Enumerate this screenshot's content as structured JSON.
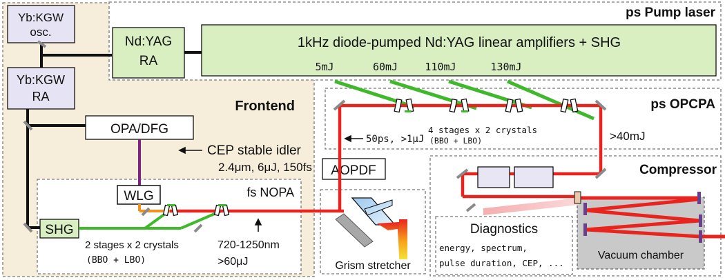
{
  "sections": {
    "pump_laser": "ps Pump laser",
    "frontend": "Frontend",
    "ps_opcpa": "ps OPCPA",
    "compressor": "Compressor",
    "fs_nopa": "fs NOPA"
  },
  "boxes": {
    "osc_line1": "Yb:KGW",
    "osc_line2": "osc.",
    "ra_line1": "Yb:KGW",
    "ra_line2": "RA",
    "ndyag_line1": "Nd:YAG",
    "ndyag_line2": "RA",
    "amplifiers": "1kHz diode-pumped Nd:YAG linear amplifiers + SHG",
    "opa_dfg": "OPA/DFG",
    "wlg": "WLG",
    "shg": "SHG",
    "aopdf": "AOPDF",
    "diagnostics": "Diagnostics",
    "vacuum_chamber": "Vacuum chamber",
    "grism_stretcher": "Grism stretcher"
  },
  "pump_energies": [
    "5mJ",
    "60mJ",
    "110mJ",
    "130mJ"
  ],
  "labels": {
    "cep_line1": "CEP stable idler",
    "cep_line2": "2.4μm, 6μJ, 150fs",
    "stages_opcpa_line1": "4 stages x 2 crystals",
    "stages_opcpa_line2": "(BBO + LBO)",
    "stretched_pulse": "50ps, >1μJ",
    "opcpa_output": ">40mJ",
    "stages_nopa_line1": "2 stages x 2 crystals",
    "stages_nopa_line2": "(BBO + LBO)",
    "nopa_line1": "720-1250nm",
    "nopa_line2": ">60μJ",
    "diag_line1": "energy, spectrum,",
    "diag_line2": "pulse duration, CEP, ..."
  },
  "colors": {
    "frontend_bg": "#f6eedb",
    "oscillator_box": "#e6e4f4",
    "amplifier_box": "#d9efc2",
    "seed_beam": "#e8241f",
    "pump_beam": "#3fb82c",
    "idler_beam": "#7a2580",
    "wlg_out": "#f0901e"
  }
}
